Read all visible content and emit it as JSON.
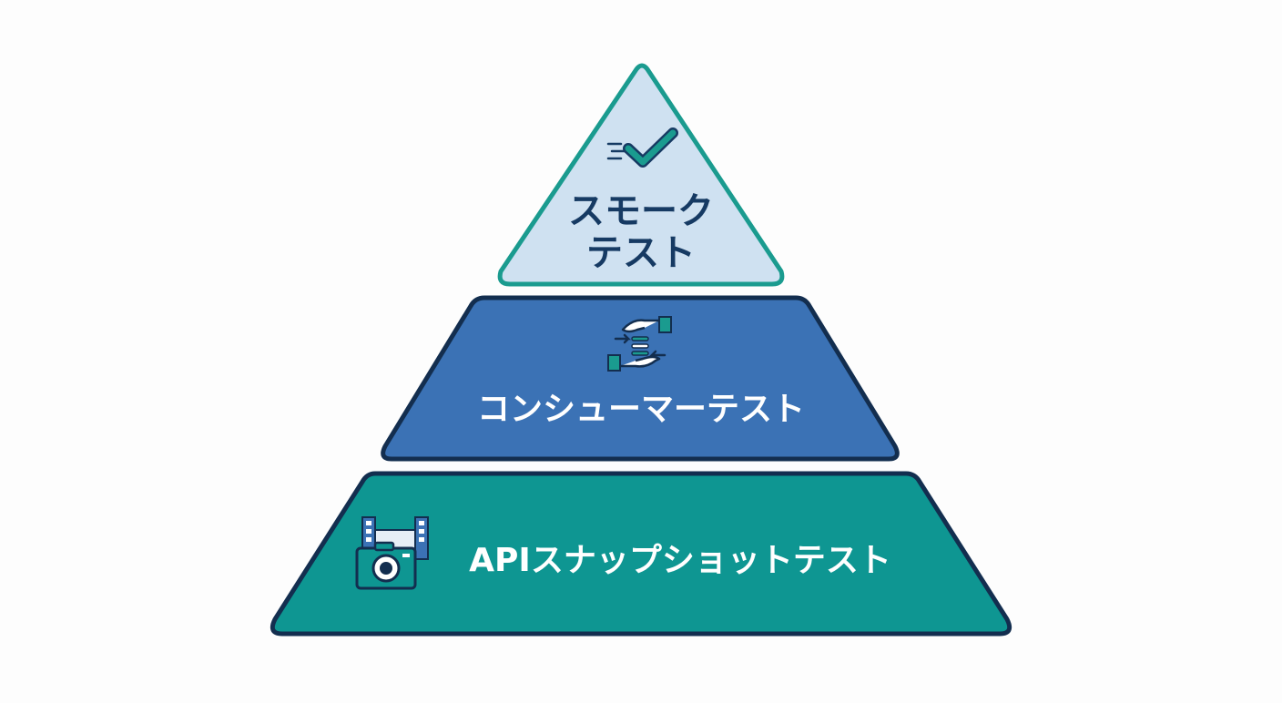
{
  "pyramid": {
    "tiers": [
      {
        "key": "top",
        "label_lines": [
          "スモーク",
          "テスト"
        ],
        "icon": "fast-check-icon",
        "fill": "#cfe1f1",
        "stroke": "#1a9b8f",
        "text_color": "#163a63"
      },
      {
        "key": "middle",
        "label_lines": [
          "コンシューマーテスト"
        ],
        "icon": "handshake-exchange-icon",
        "fill": "#3b72b5",
        "stroke": "#132e4f",
        "text_color": "#ffffff"
      },
      {
        "key": "bottom",
        "label_lines": [
          "APIスナップショットテスト"
        ],
        "icon": "camera-film-icon",
        "fill": "#0e9692",
        "stroke": "#132e4f",
        "text_color": "#ffffff"
      }
    ]
  }
}
